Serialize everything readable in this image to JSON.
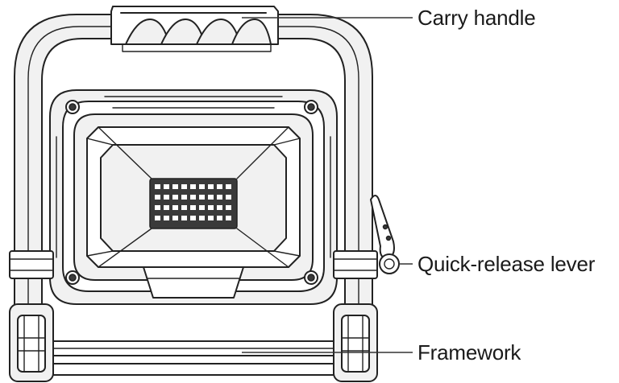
{
  "callouts": {
    "carry_handle": "Carry handle",
    "quick_release_lever": "Quick-release lever",
    "framework": "Framework"
  },
  "colors": {
    "line": "#222222",
    "background": "#ffffff",
    "led_panel": "#3a3a3a"
  }
}
